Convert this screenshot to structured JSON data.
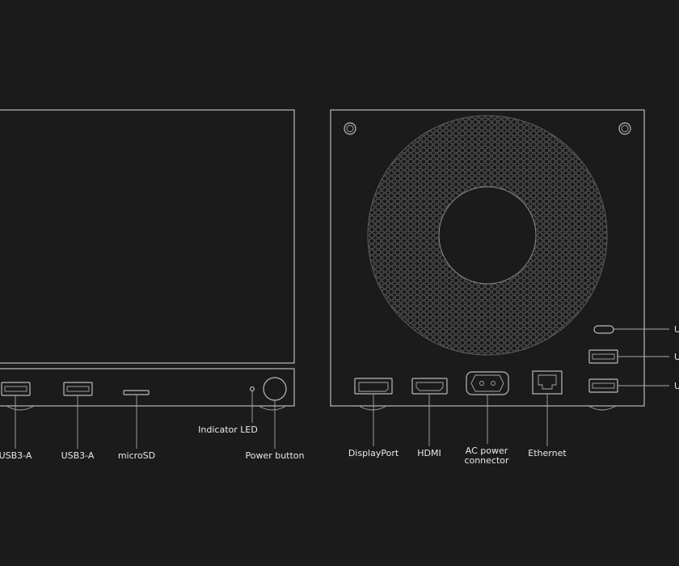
{
  "labels": {
    "usb3a_1": "USB3-A",
    "usb3a_2": "USB3-A",
    "microsd": "microSD",
    "indicator_led": "Indicator LED",
    "power_button": "Power button",
    "displayport": "DisplayPort",
    "hdmi": "HDMI",
    "ac_power_line1": "AC power",
    "ac_power_line2": "connector",
    "ethernet": "Ethernet",
    "right_1": "U",
    "right_2": "U",
    "right_3": "U"
  },
  "colors": {
    "background": "#1b1b1b",
    "line": "#b9b9b9",
    "text": "#e9e9e9"
  },
  "icons": [
    "usb-a-port-icon",
    "microsd-slot-icon",
    "led-icon",
    "power-button-icon",
    "displayport-icon",
    "hdmi-icon",
    "ac-power-icon",
    "ethernet-icon",
    "usb-c-port-icon",
    "fan-grille-icon",
    "screw-icon"
  ]
}
